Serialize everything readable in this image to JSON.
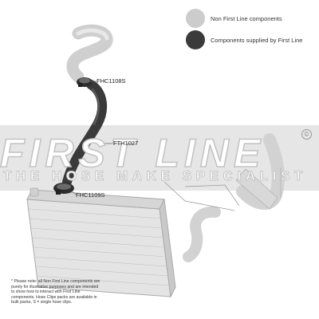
{
  "legend": {
    "non_first_line": {
      "label": "Non First Line components",
      "color": "#cccccc"
    },
    "first_line": {
      "label": "Components supplied by First Line",
      "color": "#3a3a3a"
    }
  },
  "parts": {
    "clip_top": "FHC1108S",
    "hose": "FTH1027",
    "clip_bottom": "FHC1109S"
  },
  "watermark": {
    "brand": "FIRST LINE",
    "tagline": "THE HOSE MAKE SPECIALIST",
    "copyright_symbol": "©"
  },
  "footnote": "* Please note: all Non First Line components are purely for illustrative purposes and are intended to show how to interact with First Line components. Hose Clips packs are available in bulk packs, S = single hose clips."
}
